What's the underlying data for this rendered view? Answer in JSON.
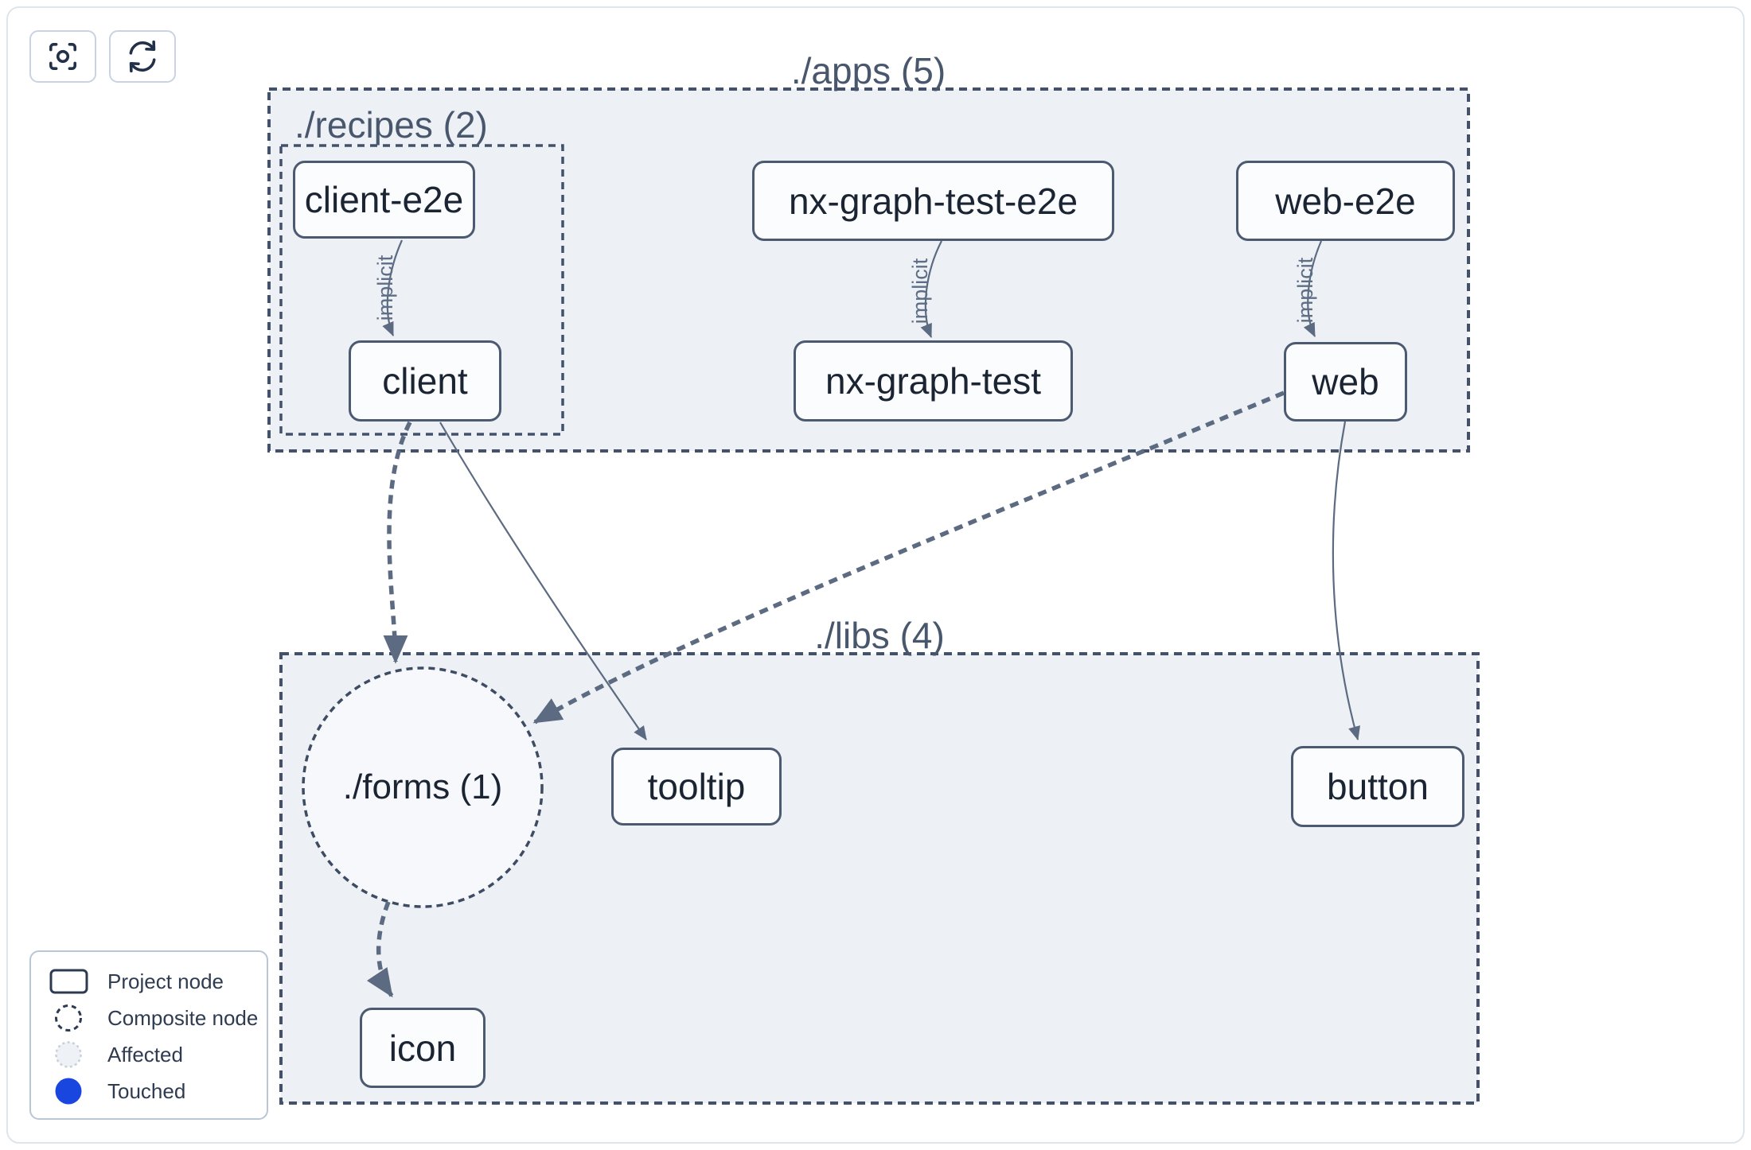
{
  "toolbar": {
    "buttons": [
      {
        "id": "focus",
        "icon": "scan-focus-icon"
      },
      {
        "id": "refresh",
        "icon": "refresh-icon"
      }
    ]
  },
  "graph": {
    "groups": [
      {
        "id": "apps",
        "label": "./apps (5)"
      },
      {
        "id": "recipes",
        "label": "./recipes (2)"
      },
      {
        "id": "libs",
        "label": "./libs (4)"
      }
    ],
    "composite_nodes": [
      {
        "id": "forms",
        "label": "./forms (1)"
      }
    ],
    "nodes": [
      {
        "id": "client-e2e",
        "label": "client-e2e",
        "group": "recipes"
      },
      {
        "id": "client",
        "label": "client",
        "group": "recipes"
      },
      {
        "id": "nx-graph-test-e2e",
        "label": "nx-graph-test-e2e",
        "group": "apps"
      },
      {
        "id": "nx-graph-test",
        "label": "nx-graph-test",
        "group": "apps"
      },
      {
        "id": "web-e2e",
        "label": "web-e2e",
        "group": "apps"
      },
      {
        "id": "web",
        "label": "web",
        "group": "apps"
      },
      {
        "id": "tooltip",
        "label": "tooltip",
        "group": "libs"
      },
      {
        "id": "button",
        "label": "button",
        "group": "libs"
      },
      {
        "id": "icon",
        "label": "icon",
        "group": "libs"
      }
    ],
    "edges": [
      {
        "from": "client-e2e",
        "to": "client",
        "label": "implicit",
        "style": "implicit"
      },
      {
        "from": "nx-graph-test-e2e",
        "to": "nx-graph-test",
        "label": "implicit",
        "style": "implicit"
      },
      {
        "from": "web-e2e",
        "to": "web",
        "label": "implicit",
        "style": "implicit"
      },
      {
        "from": "client",
        "to": "./forms (1)",
        "label": "",
        "style": "thick-dashed"
      },
      {
        "from": "client",
        "to": "tooltip",
        "label": "",
        "style": "solid"
      },
      {
        "from": "web",
        "to": "./forms (1)",
        "label": "",
        "style": "thick-dashed"
      },
      {
        "from": "web",
        "to": "button",
        "label": "",
        "style": "solid"
      },
      {
        "from": "./forms (1)",
        "to": "icon",
        "label": "",
        "style": "thick-dashed"
      }
    ]
  },
  "legend": {
    "items": [
      {
        "label": "Project node",
        "swatch": "project-node-swatch"
      },
      {
        "label": "Composite node",
        "swatch": "composite-node-swatch"
      },
      {
        "label": "Affected",
        "swatch": "affected-swatch"
      },
      {
        "label": "Touched",
        "swatch": "touched-swatch"
      }
    ]
  },
  "colors": {
    "touched_blue": "#1a46e0",
    "container_fill": "#edf1f6",
    "composite_fill": "#f6f8fb",
    "container_border": "#44516a",
    "node_border": "#4b5a70",
    "edge": "#5c6b81",
    "text_dark": "#1b2433",
    "text_slate": "#49576d"
  }
}
